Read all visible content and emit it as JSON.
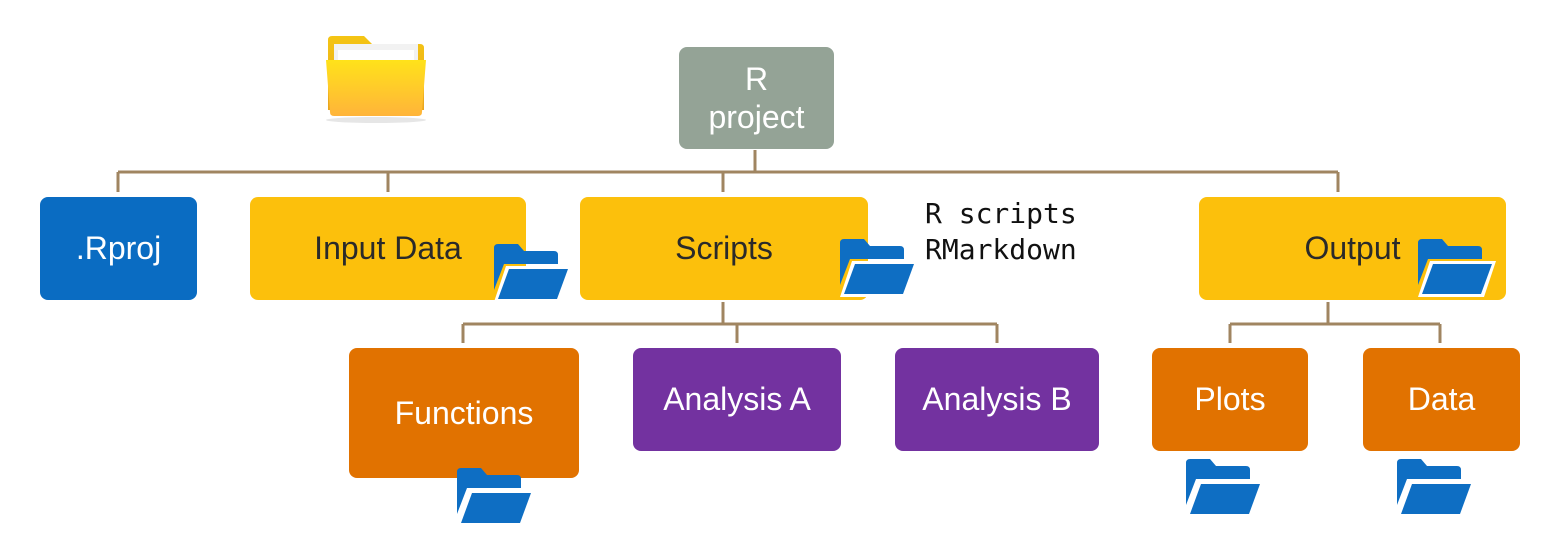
{
  "colors": {
    "connector": "#a08561",
    "root_bg": "#94a396",
    "rproj_bg": "#0a6cc2",
    "main_bg": "#fcc00c",
    "sub_bg": "#e17200",
    "analysis_bg": "#7332a0",
    "folder_icon": "#0e6ec3"
  },
  "root": {
    "line1": "R",
    "line2": "project"
  },
  "level1": {
    "rproj": ".Rproj",
    "input_data": "Input Data",
    "scripts": "Scripts",
    "output": "Output"
  },
  "scripts_note": {
    "line1": "R scripts",
    "line2": "RMarkdown"
  },
  "scripts_children": {
    "functions": "Functions",
    "analysis_a": "Analysis A",
    "analysis_b": "Analysis B"
  },
  "output_children": {
    "plots": "Plots",
    "data": "Data"
  },
  "icons": {
    "root_folder": "yellow-folder-icon",
    "subfolder": "open-folder-icon"
  }
}
